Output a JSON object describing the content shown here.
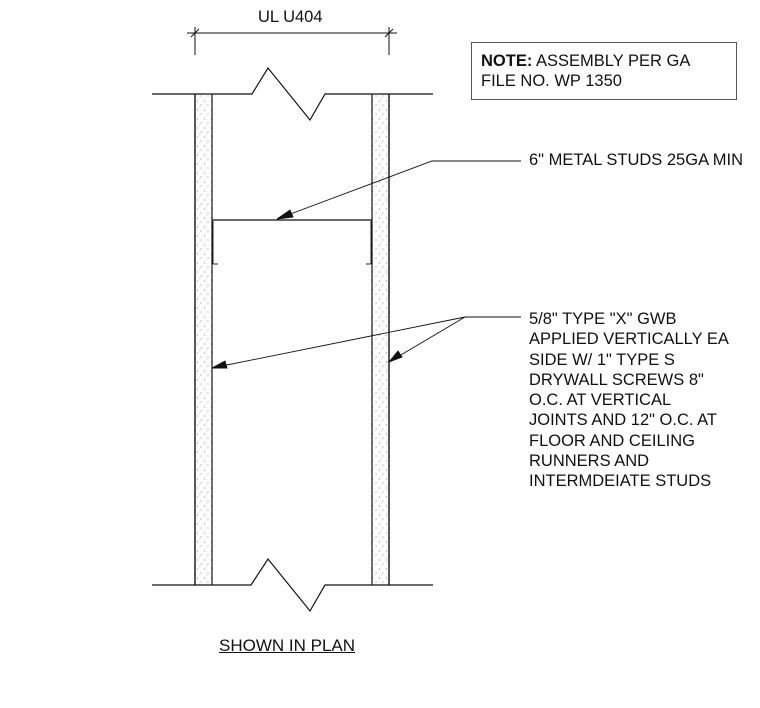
{
  "dimension": {
    "label": "UL U404"
  },
  "note": {
    "prefix": "NOTE:",
    "text_line1": " ASSEMBLY PER GA",
    "text_line2": "FILE NO. WP 1350"
  },
  "callouts": {
    "studs": "6\" METAL STUDS 25GA MIN",
    "gwb_lines": [
      "5/8\" TYPE \"X\" GWB",
      "APPLIED VERTICALLY EA",
      "SIDE W/ 1\" TYPE S",
      "DRYWALL SCREWS 8\"",
      "O.C. AT VERTICAL",
      "JOINTS AND 12\" O.C. AT",
      "FLOOR AND CEILING",
      "RUNNERS AND",
      "INTERMDEIATE STUDS"
    ]
  },
  "title": "SHOWN IN PLAN",
  "colors": {
    "line": "#111111",
    "box_border": "#555555",
    "stipple": "#666666"
  }
}
